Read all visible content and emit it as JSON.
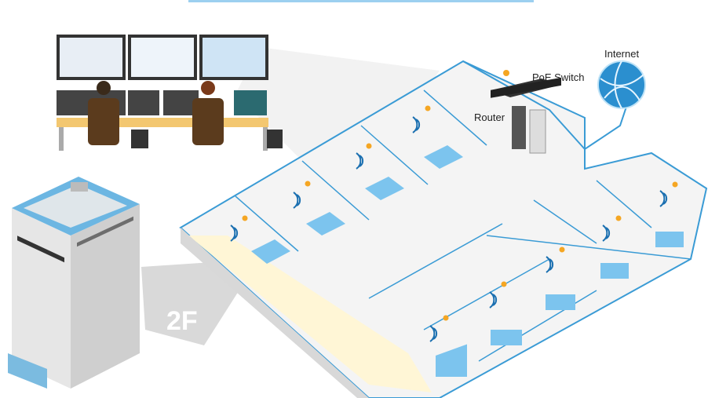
{
  "labels": {
    "internet": "Internet",
    "poe_switch": "PoE Switch",
    "router": "Router",
    "floor": "2F"
  },
  "colors": {
    "network_line": "#3a9bd5",
    "wall": "#e9e9e9",
    "floor_light": "#fff6d6",
    "bed_blue": "#7cc4ee",
    "ap_orange": "#f5a623"
  },
  "icons": [
    "monitor-wall-icon",
    "operator-icon",
    "building-icon",
    "globe-icon",
    "switch-icon",
    "server-rack-icon",
    "wifi-icon",
    "access-point-icon",
    "bed-icon"
  ]
}
